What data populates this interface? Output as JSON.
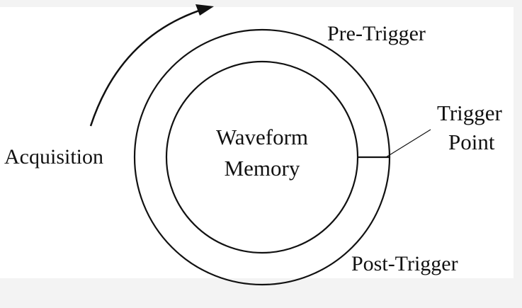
{
  "diagram": {
    "center_label_line1": "Waveform",
    "center_label_line2": "Memory",
    "pre_trigger_label": "Pre-Trigger",
    "post_trigger_label": "Post-Trigger",
    "trigger_label_line1": "Trigger",
    "trigger_label_line2": "Point",
    "acquisition_label": "Acquisition"
  }
}
